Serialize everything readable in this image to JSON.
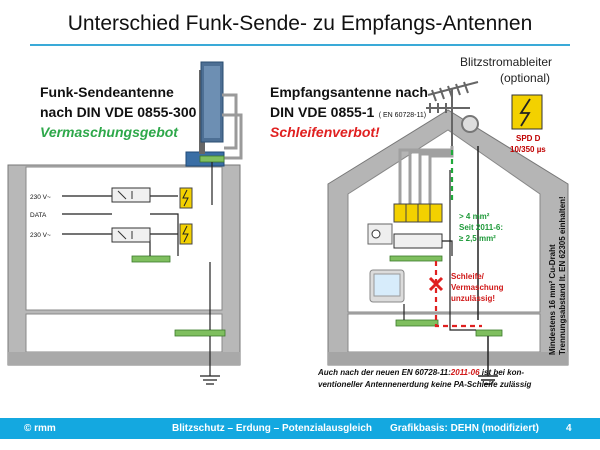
{
  "title": "Unterschied Funk-Sende- zu Empfangs-Antennen",
  "left": {
    "heading_line1": "Funk-Sendeantenne",
    "heading_line2": "nach DIN VDE 0855-300",
    "rule": "Vermaschungsgebot",
    "rule_color": "#2ea84a",
    "inputs": [
      "230 V~",
      "DATA",
      "230 V~"
    ]
  },
  "right": {
    "heading_line1": "Empfangsantenne nach",
    "heading_line2": "DIN VDE 0855-1",
    "heading_norm": "( EN 60728-11)",
    "rule": "Schleifenverbot!",
    "rule_color": "#e02020",
    "green_note": [
      "> 4 mm²",
      "Seit 2011-6:",
      "≥ 2,5 mm²"
    ],
    "red_note": [
      "Schleife/",
      "Vermaschung",
      "unzulässig!"
    ],
    "vertical_note_1": "Mindestens 16 mm² Cu-Draht",
    "vertical_note_2": "Trennungsabstand lt. EN 62305 einhalten!"
  },
  "arrester": {
    "label_line1": "Blitzstromableiter",
    "label_line2": "(optional)",
    "name": "SPD D",
    "spec": "10/350 µs",
    "color": "#c00000"
  },
  "bottom_note": {
    "part1": "Auch nach der neuen EN 60728-11:",
    "date": "2011-06",
    "part2": " ist bei kon-",
    "line2": "ventioneller Antennenerdung keine PA-Schleife zulässig"
  },
  "footer": {
    "left": "© rmm",
    "center": "Blitzschutz – Erdung – Potenzialausgleich",
    "right": "Grafikbasis: DEHN (modifiziert)",
    "page": "4"
  }
}
